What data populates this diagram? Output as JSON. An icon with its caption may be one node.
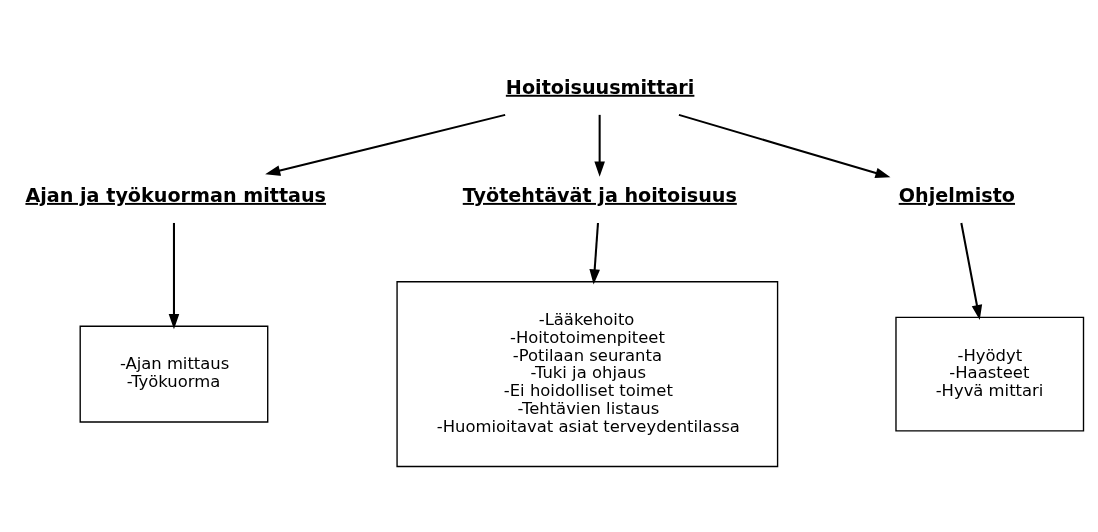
{
  "diagram": {
    "nodes": [
      {
        "text": [
          "Hoitoisuusmittari"
        ]
      },
      {
        "text": [
          "Ajan ja työkuorman mittaus"
        ]
      },
      {
        "text": [
          "Työtehtävät ja hoitoisuus"
        ]
      },
      {
        "text": [
          "Ohjelmisto"
        ]
      },
      {
        "text": [
          "-Ajan mittaus",
          "-Työkuorma"
        ]
      },
      {
        "text": [
          "-Lääkehoito",
          "-Hoitotoimenpiteet",
          "-Potilaan seuranta",
          "-Tuki ja ohjaus",
          "-Ei hoidolliset toimet",
          "-Tehtävien listaus",
          "-Huomioitavat asiat terveydentilassa"
        ]
      },
      {
        "text": [
          "-Hyödyt",
          "-Haasteet",
          "-Hyvä mittari"
        ]
      }
    ],
    "edges": [
      {
        "from": 0,
        "to": 1,
        "arrow": "to"
      },
      {
        "from": 0,
        "to": 2,
        "arrow": "to"
      },
      {
        "from": 0,
        "to": 3,
        "arrow": "to"
      },
      {
        "from": 1,
        "to": 4,
        "arrow": "to"
      },
      {
        "from": 2,
        "to": 5,
        "arrow": "to"
      },
      {
        "from": 3,
        "to": 6,
        "arrow": "to"
      }
    ]
  }
}
